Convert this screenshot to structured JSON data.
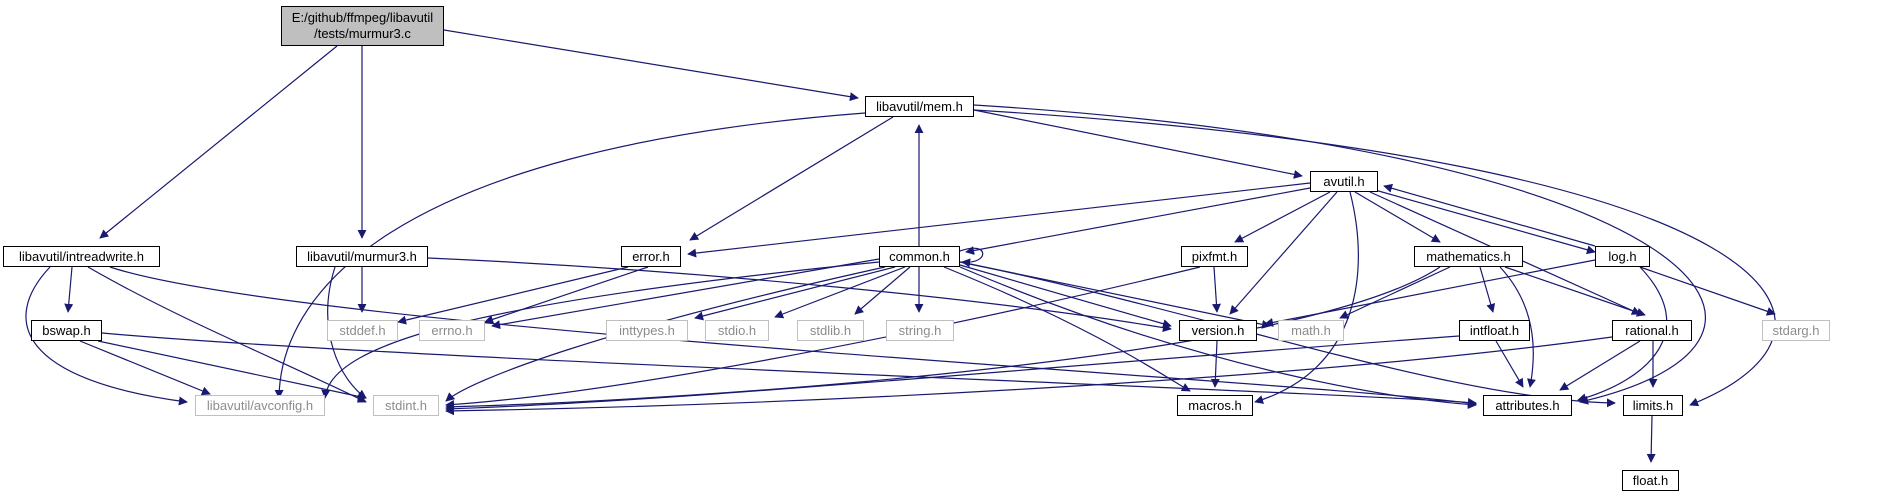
{
  "colors": {
    "edge": "#191970",
    "root_fill": "#bfbfbf",
    "external_border": "#bfbfbf",
    "external_text": "#8c8c8c"
  },
  "nodes": {
    "root": {
      "line1": "E:/github/ffmpeg/libavutil",
      "line2": "/tests/murmur3.c"
    },
    "mem": "libavutil/mem.h",
    "avutil": "avutil.h",
    "intreadwrite": "libavutil/intreadwrite.h",
    "murmur3": "libavutil/murmur3.h",
    "error": "error.h",
    "common": "common.h",
    "pixfmt": "pixfmt.h",
    "mathematics": "mathematics.h",
    "log": "log.h",
    "bswap": "bswap.h",
    "stddef": "stddef.h",
    "errno": "errno.h",
    "inttypes": "inttypes.h",
    "stdio": "stdio.h",
    "stdlib": "stdlib.h",
    "string": "string.h",
    "version": "version.h",
    "math": "math.h",
    "intfloat": "intfloat.h",
    "rational": "rational.h",
    "stdarg": "stdarg.h",
    "avconfig": "libavutil/avconfig.h",
    "stdint": "stdint.h",
    "macros": "macros.h",
    "attributes": "attributes.h",
    "limits": "limits.h",
    "float": "float.h"
  }
}
